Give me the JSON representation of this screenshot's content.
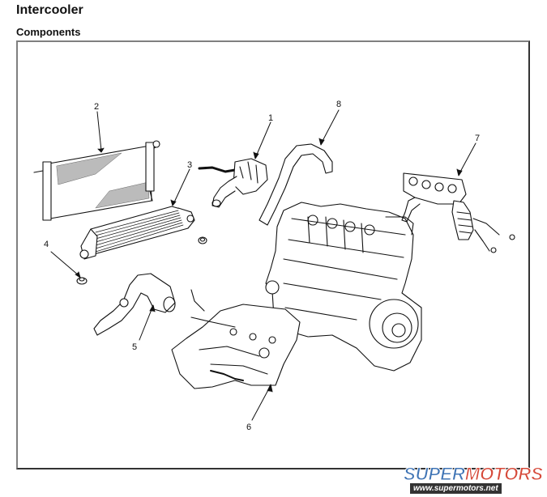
{
  "page": {
    "title": "Intercooler",
    "subtitle": "Components"
  },
  "diagram": {
    "callouts": [
      {
        "number": "1",
        "part": "air-cleaner-resonator"
      },
      {
        "number": "2",
        "part": "radiator"
      },
      {
        "number": "3",
        "part": "intercooler"
      },
      {
        "number": "4",
        "part": "mounting-grommet"
      },
      {
        "number": "5",
        "part": "intercooler-outlet-hose"
      },
      {
        "number": "6",
        "part": "intake-manifold"
      },
      {
        "number": "7",
        "part": "exhaust-manifold-catalyst"
      },
      {
        "number": "8",
        "part": "intercooler-inlet-hose"
      }
    ]
  },
  "watermark": {
    "brand_part1": "SUPER",
    "brand_part2": "MOTORS",
    "url": "www.supermotors.net",
    "colors": {
      "blue": "#3f74b5",
      "red": "#d64a3a"
    }
  }
}
